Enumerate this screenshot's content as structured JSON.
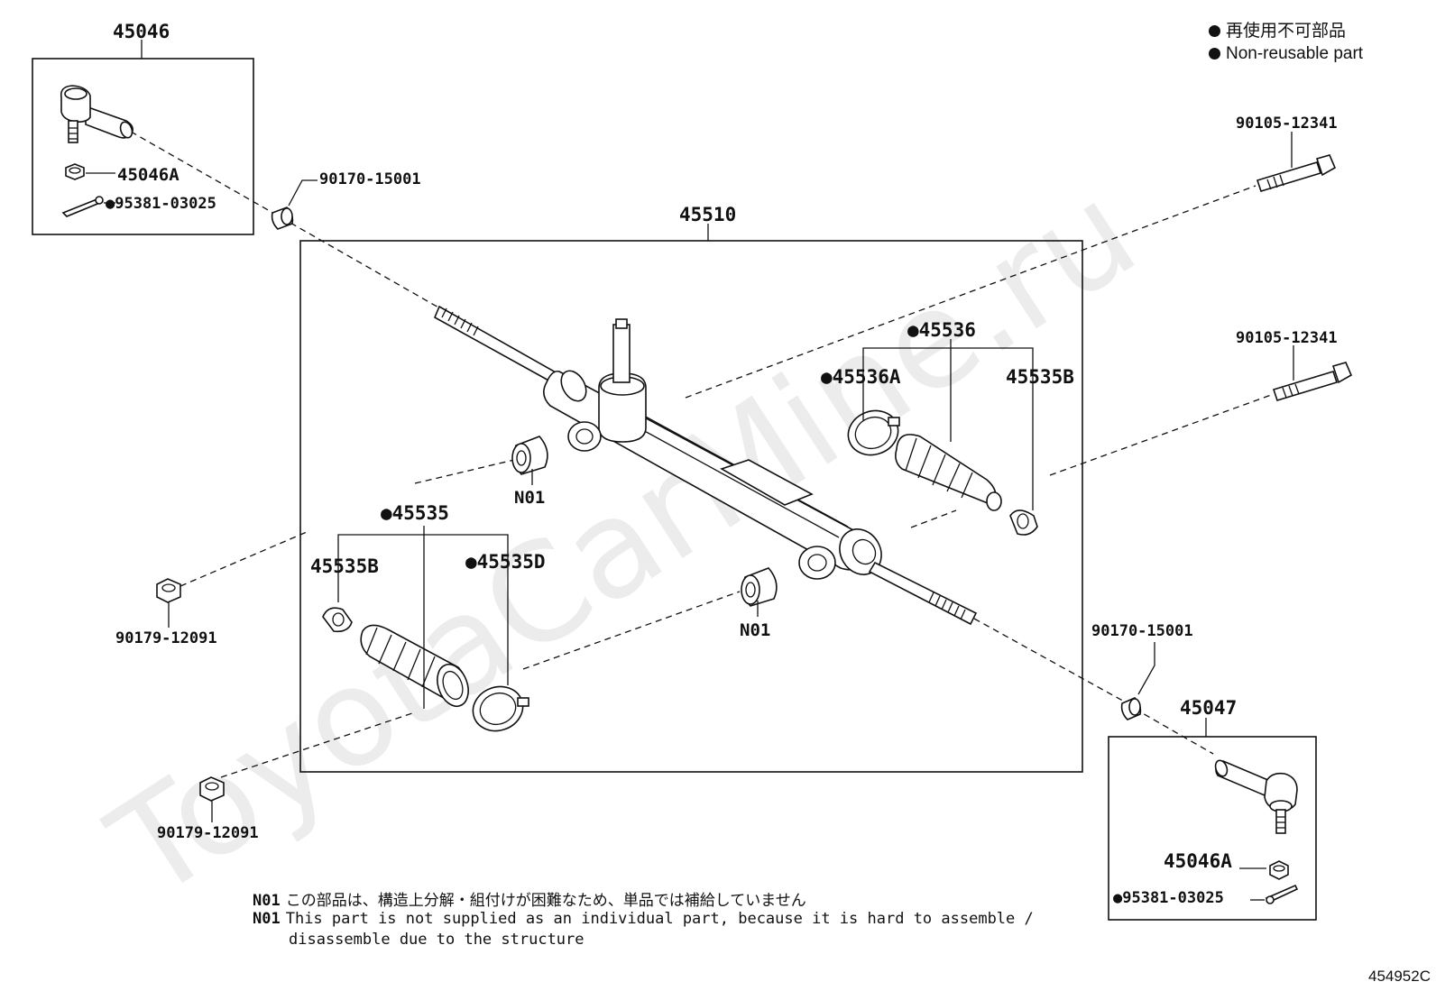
{
  "legend": {
    "jp": "再使用不可部品",
    "en": "Non-reusable part"
  },
  "watermark": "ToyotaCarMine.ru",
  "labels": {
    "tie_rod_end_left": "45046",
    "nut_left": "45046A",
    "cotter_left": "●95381-03025",
    "bush_upper": "90170-15001",
    "rack_assy": "45510",
    "bolt_upper": "90105-12341",
    "bolt_mid": "90105-12341",
    "boot_kit_right": "●45536",
    "clamp_right": "●45536A",
    "clip_right": "45535B",
    "boot_kit_left": "●45535",
    "clip_left": "45535B",
    "clamp_left": "●45535D",
    "grommet_upper": "N01",
    "grommet_lower": "N01",
    "nut_mid": "90179-12091",
    "nut_low": "90179-12091",
    "bush_lower": "90170-15001",
    "tie_rod_end_right": "45047",
    "nut_right": "45046A",
    "cotter_right": "●95381-03025"
  },
  "notes": {
    "key": "N01",
    "jp": "この部品は、構造上分解・組付けが困難なため、単品では補給していません",
    "en_line1": "This part is not supplied as an individual part, because it is hard to assemble /",
    "en_line2": "disassemble due to the structure"
  },
  "diagram_code": "454952C"
}
